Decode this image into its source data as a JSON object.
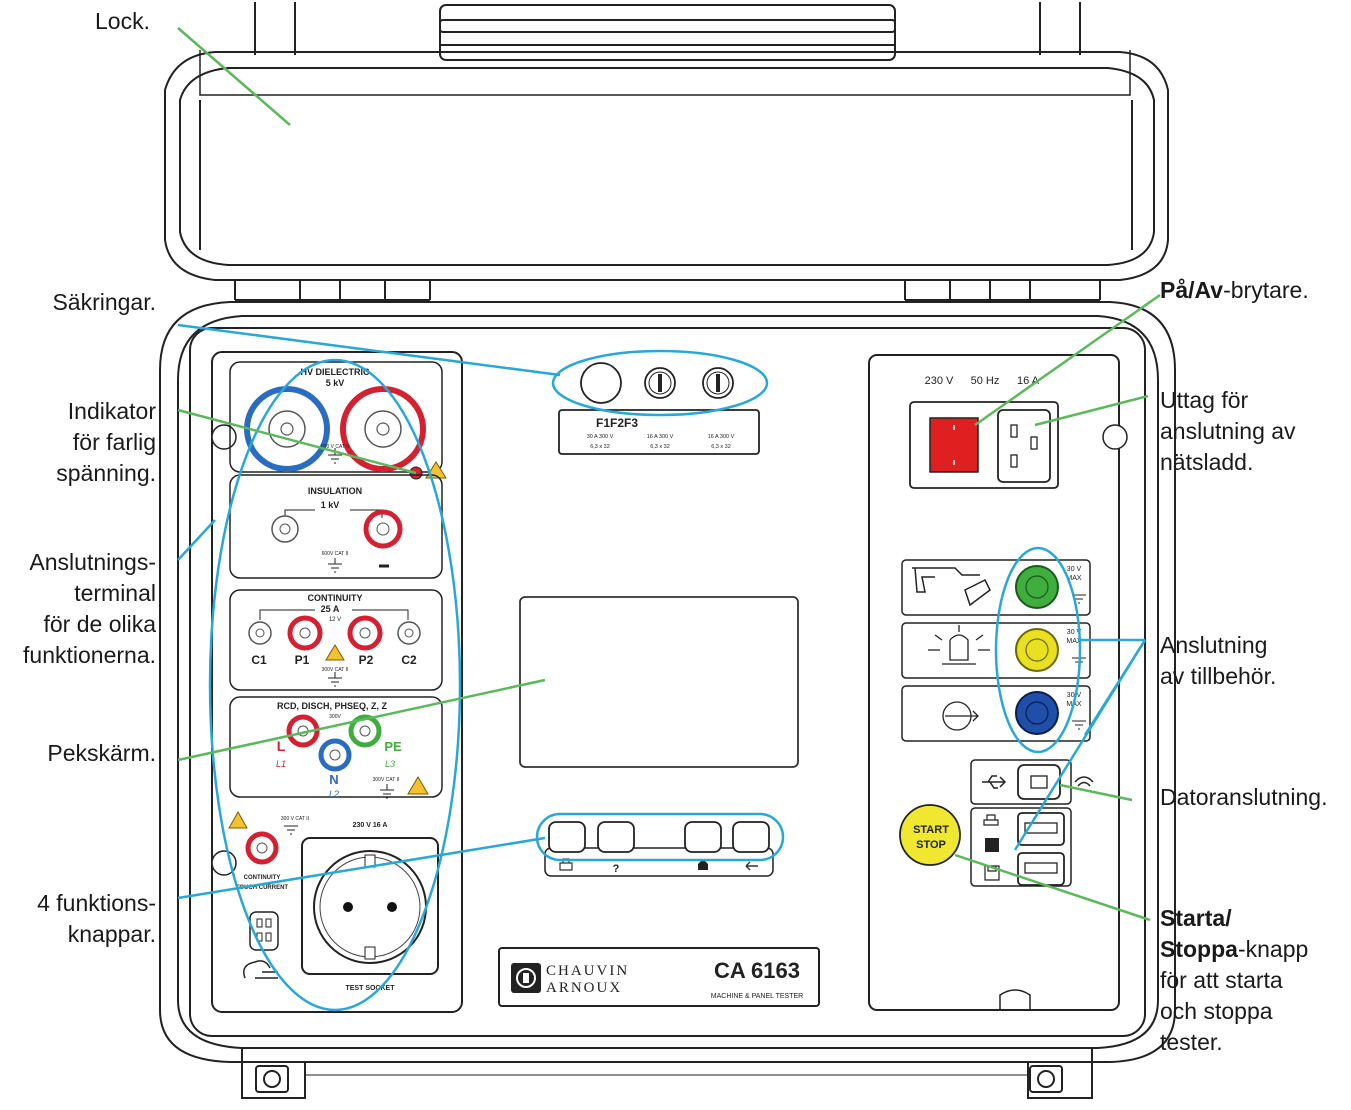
{
  "labels": {
    "lock": "Lock.",
    "fuses": "Säkringar.",
    "danger": [
      "Indikator",
      "för farlig",
      "spänning."
    ],
    "terminal": [
      "Anslutnings-",
      "terminal",
      "för de olika",
      "funktionerna."
    ],
    "screen": "Pekskärm.",
    "fkeys": [
      "4 funktions-",
      "knappar."
    ],
    "power_bold": "På/Av",
    "power_rest": "-brytare.",
    "mains": [
      "Uttag för",
      "anslutning av",
      "nätsladd."
    ],
    "accessory": [
      "Anslutning",
      "av tillbehör."
    ],
    "computer": "Datoranslutning.",
    "start_bold_1": "Starta/",
    "start_bold_2": "Stoppa",
    "start_rest_2": "-knapp",
    "start_rest": [
      "för att starta",
      "och stoppa",
      "tester."
    ]
  },
  "device": {
    "hv": {
      "title": "HV DIELECTRIC",
      "voltage": "5 kV",
      "cat": "600 V CAT II"
    },
    "insulation": {
      "title": "INSULATION",
      "voltage": "1 kV",
      "cat": "600V CAT II"
    },
    "continuity": {
      "title": "CONTINUITY",
      "current": "25 A",
      "volt": "12 V",
      "c1": "C1",
      "p1": "P1",
      "p2": "P2",
      "c2": "C2",
      "cat": "300V CAT II"
    },
    "rcd": {
      "title": "RCD, DISCH, PHSEQ, Z, Z",
      "l": "L",
      "l1": "L1",
      "n": "N",
      "l2": "L2",
      "pe": "PE",
      "l3": "L3",
      "cat": "300V CAT II",
      "small": "300V"
    },
    "touch": {
      "cat": "300 V CAT II",
      "label1": "CONTINUITY",
      "label2": "TOUCH CURRENT"
    },
    "socket": {
      "rating": "230 V 16 A",
      "label": "TEST SOCKET"
    },
    "fuses": {
      "title": "F1F2F3",
      "ratings": [
        "30 A 300 V",
        "16 A 300 V",
        "16 A 300 V"
      ],
      "sizes": [
        "6,3 x 32",
        "6,3 x 32",
        "6,3 x 32"
      ]
    },
    "fkeys": [
      "?"
    ],
    "brand": {
      "line1": "CHAUVIN",
      "line2": "ARNOUX",
      "model": "CA 6163",
      "subtitle": "MACHINE & PANEL TESTER"
    },
    "power": {
      "volt": "230 V",
      "freq": "50 Hz",
      "amp": "16 A"
    },
    "accessory_rating": [
      "30 V",
      "MAX"
    ],
    "start": [
      "START",
      "STOP"
    ]
  },
  "colors": {
    "leader": "#5cb85c",
    "callout": "#29a8d8",
    "red": "#d42030",
    "blue": "#2a6cc0",
    "green_jack": "#3fae3f",
    "yellow_jack": "#e8e020",
    "blue_jack": "#1f4fa8",
    "start_button": "#f0e830",
    "power_switch": "#e02020",
    "warning": "#f2c230"
  }
}
